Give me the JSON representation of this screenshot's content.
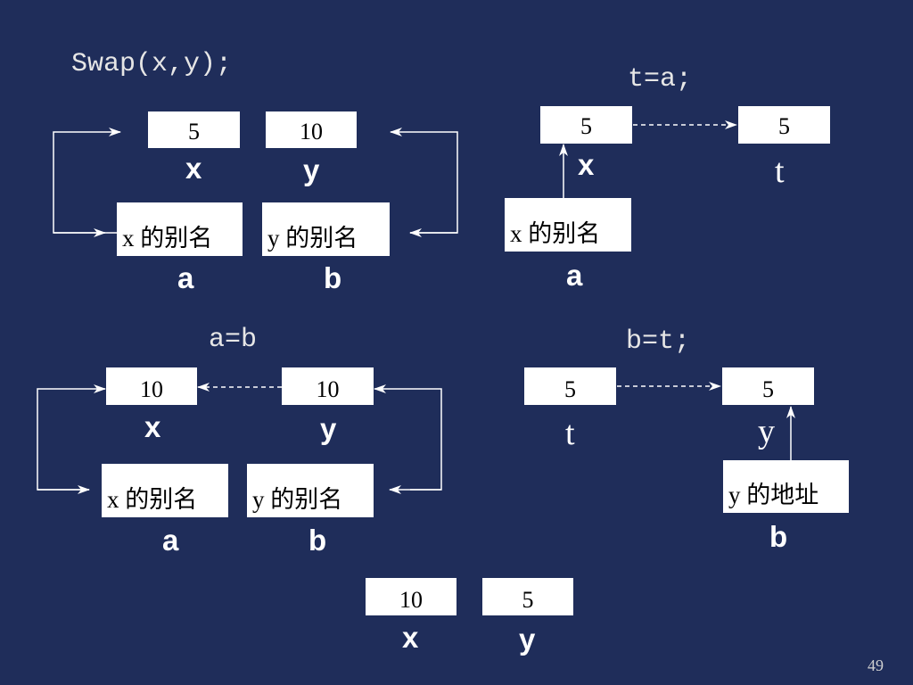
{
  "slide": {
    "page_number": "49"
  },
  "panel1": {
    "code": "Swap(x,y);",
    "box_x": "5",
    "box_y": "10",
    "label_x": "x",
    "label_y": "y",
    "alias_a": "x 的别名",
    "alias_b": "y 的别名",
    "label_a": "a",
    "label_b": "b"
  },
  "panel2": {
    "code": "t=a;",
    "box_x": "5",
    "box_t": "5",
    "label_x": "x",
    "label_t": "t",
    "alias_a": "x 的别名",
    "label_a": "a"
  },
  "panel3": {
    "code": "a=b",
    "box_x": "10",
    "box_y": "10",
    "label_x": "x",
    "label_y": "y",
    "alias_a": "x 的别名",
    "alias_b": "y 的别名",
    "label_a": "a",
    "label_b": "b"
  },
  "panel4": {
    "code": "b=t;",
    "box_t": "5",
    "box_y": "5",
    "label_t": "t",
    "label_y": "y",
    "alias_b": "y 的地址",
    "label_b": "b"
  },
  "result": {
    "box_x": "10",
    "box_y": "5",
    "label_x": "x",
    "label_y": "y"
  }
}
